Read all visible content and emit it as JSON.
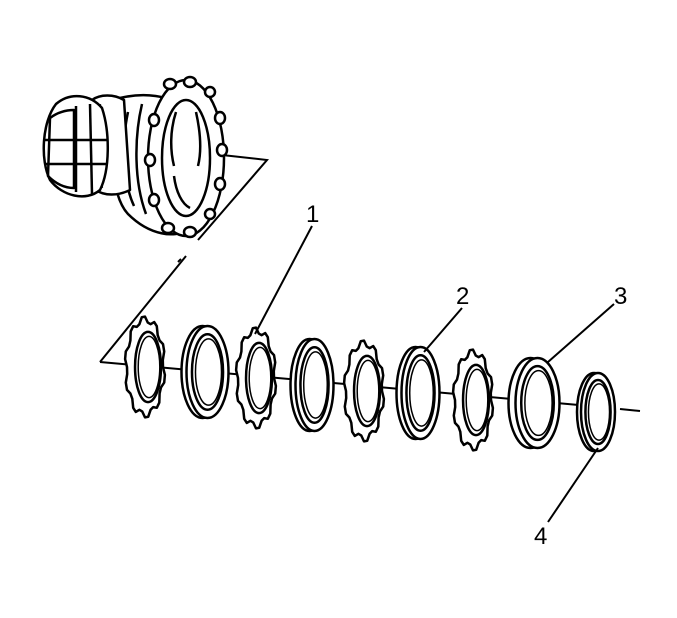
{
  "diagram": {
    "colors": {
      "line": "#000000",
      "fill": "#ffffff"
    },
    "callouts": [
      {
        "id": "1",
        "label": "1"
      },
      {
        "id": "2",
        "label": "2"
      },
      {
        "id": "3",
        "label": "3"
      },
      {
        "id": "4",
        "label": "4"
      }
    ],
    "parts": [
      {
        "name": "differential-case",
        "kind": "housing"
      },
      {
        "name": "clutch-plate",
        "kind": "tabbed"
      },
      {
        "name": "clutch-disc",
        "kind": "plain"
      },
      {
        "name": "clutch-plate",
        "kind": "tabbed"
      },
      {
        "name": "clutch-disc",
        "kind": "plain"
      },
      {
        "name": "clutch-plate",
        "kind": "tabbed"
      },
      {
        "name": "clutch-disc",
        "kind": "plain"
      },
      {
        "name": "clutch-plate",
        "kind": "tabbed"
      },
      {
        "name": "shim",
        "kind": "plain-wide"
      },
      {
        "name": "thrust-washer",
        "kind": "plain-thin"
      }
    ]
  }
}
